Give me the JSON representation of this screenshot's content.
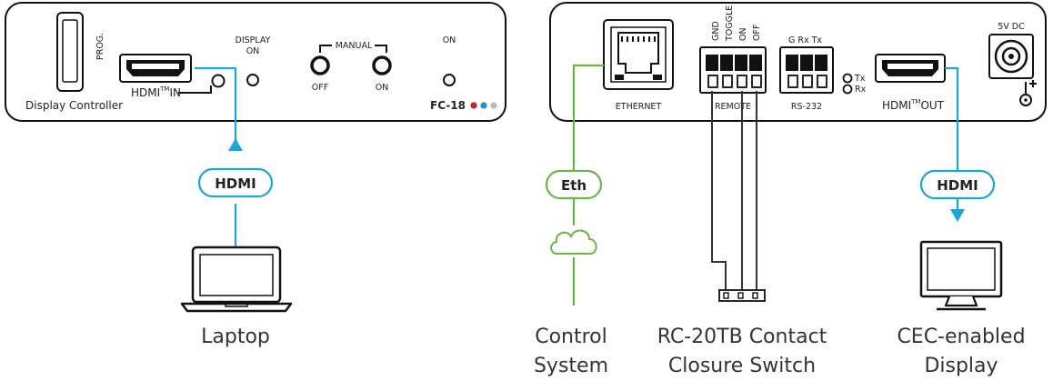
{
  "left_panel": {
    "prog": "PROG.",
    "hdmi_in_prefix": "HDMI",
    "hdmi_in_tm": "TM",
    "hdmi_in_suffix": "IN",
    "display_controller": "Display Controller",
    "display_on_line1": "DISPLAY",
    "display_on_line2": "ON",
    "manual": "MANUAL",
    "off": "OFF",
    "on": "ON",
    "on_top": "ON",
    "model": "FC-18"
  },
  "right_panel": {
    "ethernet": "ETHERNET",
    "remote_pins": [
      "GND",
      "TOGGLE",
      "ON",
      "OFF"
    ],
    "remote": "REMOTE",
    "rs232_pins": "G  Rx  Tx",
    "rs232": "RS-232",
    "tx": "Tx",
    "rx": "Rx",
    "hdmi_out_prefix": "HDMI",
    "hdmi_out_tm": "TM",
    "hdmi_out_suffix": "OUT",
    "power": "5V DC"
  },
  "cables": {
    "hdmi_left": "HDMI",
    "eth": "Eth",
    "hdmi_right": "HDMI"
  },
  "devices": {
    "laptop": "Laptop",
    "control_line1": "Control",
    "control_line2": "System",
    "switch_line1": "RC-20TB Contact",
    "switch_line2": "Closure Switch",
    "display_line1": "CEC-enabled",
    "display_line2": "Display"
  },
  "colors": {
    "hdmi_cable": "#1aa6d6",
    "eth_cable": "#6ab544",
    "led_red": "#c0262d",
    "led_blue": "#1f8fd6",
    "led_gray": "#b8b8b8"
  }
}
